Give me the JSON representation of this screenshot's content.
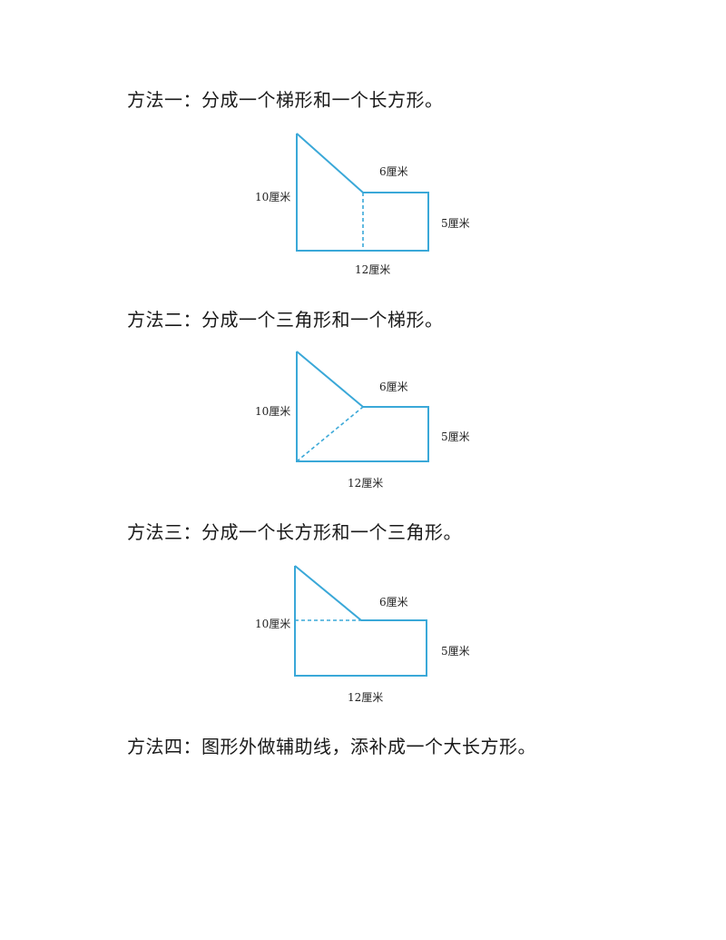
{
  "methods": [
    {
      "heading": "方法一：分成一个梯形和一个长方形。",
      "labels": {
        "left": "10厘米",
        "top_step": "6厘米",
        "right": "5厘米",
        "bottom": "12厘米"
      },
      "split": "vertical-dashed"
    },
    {
      "heading": "方法二：分成一个三角形和一个梯形。",
      "labels": {
        "left": "10厘米",
        "top_step": "6厘米",
        "right": "5厘米",
        "bottom": "12厘米"
      },
      "split": "diagonal-dashed"
    },
    {
      "heading": "方法三：分成一个长方形和一个三角形。",
      "labels": {
        "left": "10厘米",
        "top_step": "6厘米",
        "right": "5厘米",
        "bottom": "12厘米"
      },
      "split": "horizontal-dashed"
    },
    {
      "heading": "方法四：图形外做辅助线，添补成一个大长方形。"
    }
  ],
  "colors": {
    "shape_stroke": "#3aa8d8",
    "text": "#1a1a1a"
  }
}
